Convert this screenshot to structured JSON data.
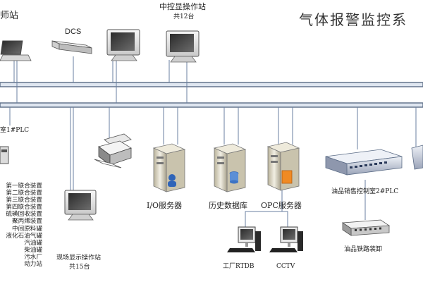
{
  "diagram": {
    "title": "气体报警监控系",
    "top_left_label": "师站",
    "dcs_label": "DCS",
    "center_station": {
      "title": "中控显操作站",
      "count": "共12台"
    },
    "plc1_label": "室1#PLC",
    "io_server": "I/O服务器",
    "history_db": "历史数据库",
    "opc_server": "OPC服务器",
    "plc2_label": "油品销售控制室2#PLC",
    "railway_label": "油品铁路装卸",
    "rtdb_label": "工厂RTDB",
    "cctv_label": "CCTV",
    "field_station": {
      "title": "现场显示操作站",
      "count": "共15台"
    },
    "unit_list": [
      "第一联合装置",
      "第二联合装置",
      "第三联合装置",
      "第四联合装置",
      "硫磺回收装置",
      "聚丙烯装置",
      "中间原料罐",
      "液化石油气罐",
      "汽油罐",
      "柴油罐",
      "污水厂",
      "动力站"
    ],
    "colors": {
      "bus_stroke": "#5a6b85",
      "bus_fill": "#dfe6f0",
      "line": "#6a7fa0"
    }
  }
}
